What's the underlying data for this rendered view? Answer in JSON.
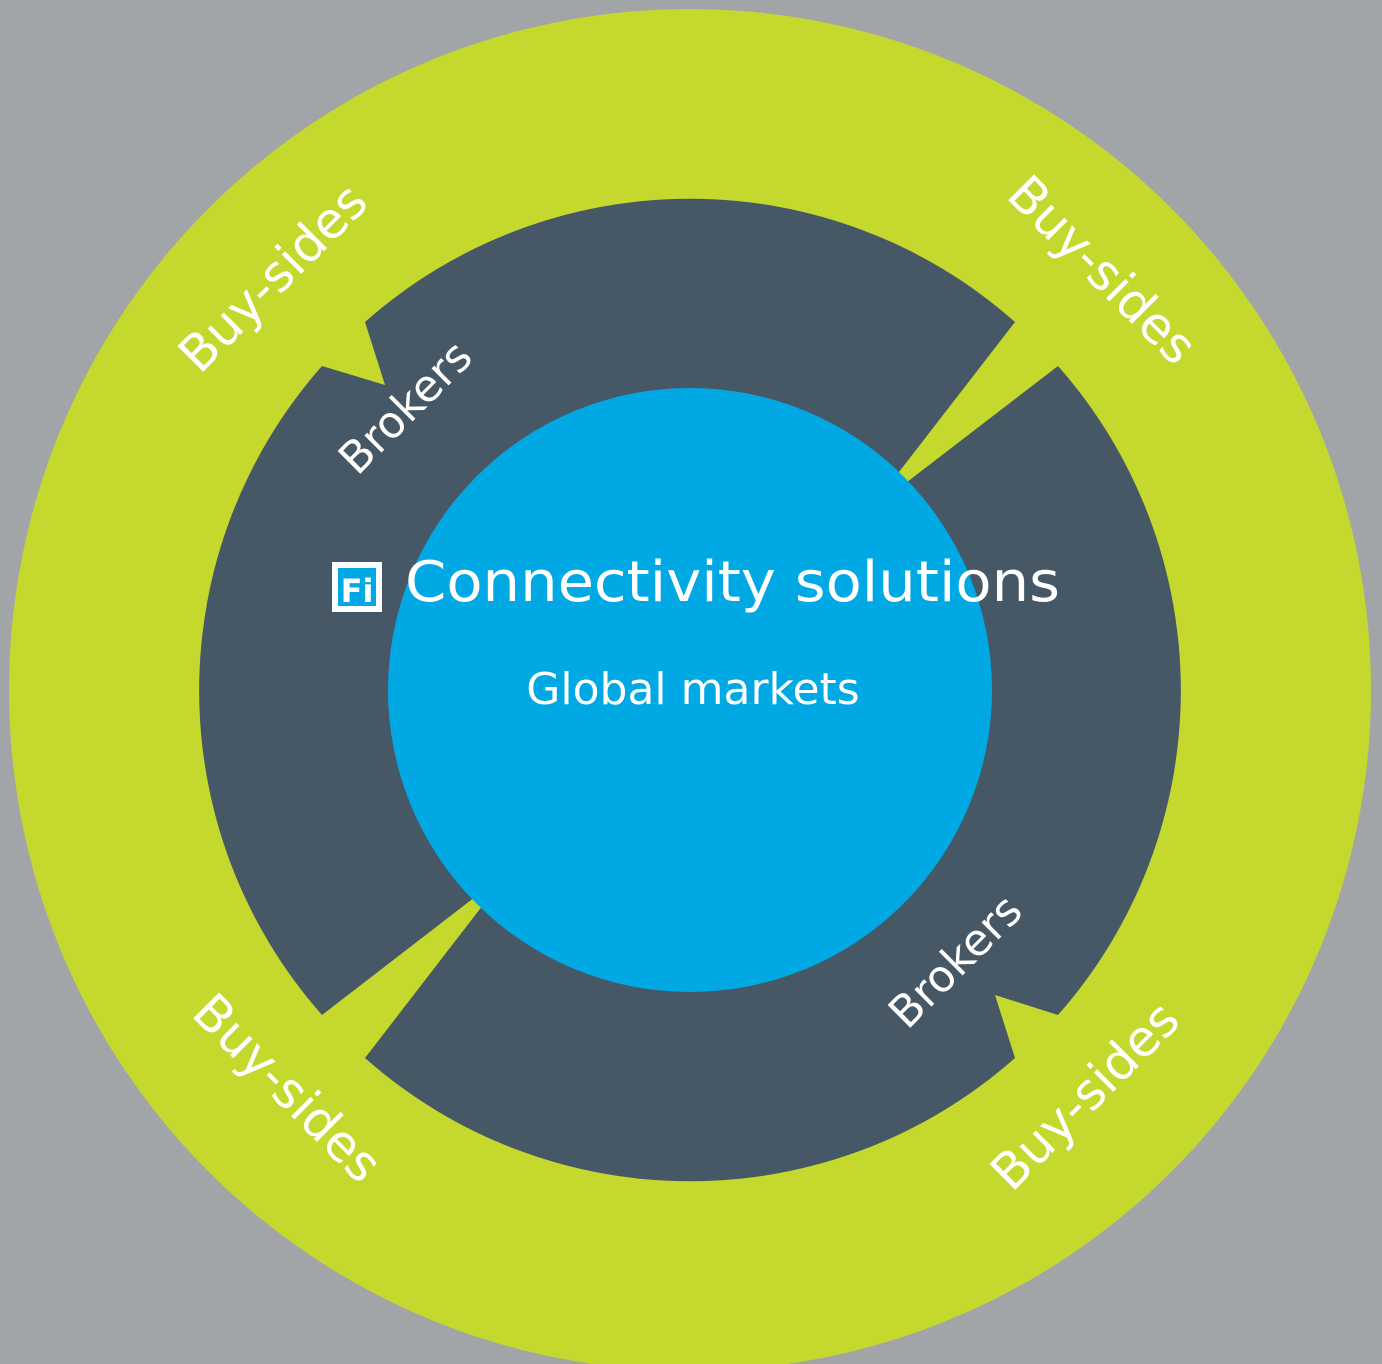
{
  "colors": {
    "background": "#a2a5a8",
    "outer_ring": "#c4d82e",
    "middle_ring": "#465865",
    "core": "#00a9e4",
    "text": "#ffffff"
  },
  "logo": {
    "icon": "fi-logo-icon",
    "text": "Fi"
  },
  "core": {
    "title": "Connectivity solutions",
    "subtitle": "Global markets"
  },
  "outer_ring": {
    "labels": [
      "Buy-sides",
      "Buy-sides",
      "Buy-sides",
      "Buy-sides"
    ]
  },
  "middle_ring": {
    "labels": [
      "Brokers",
      "Brokers"
    ]
  }
}
